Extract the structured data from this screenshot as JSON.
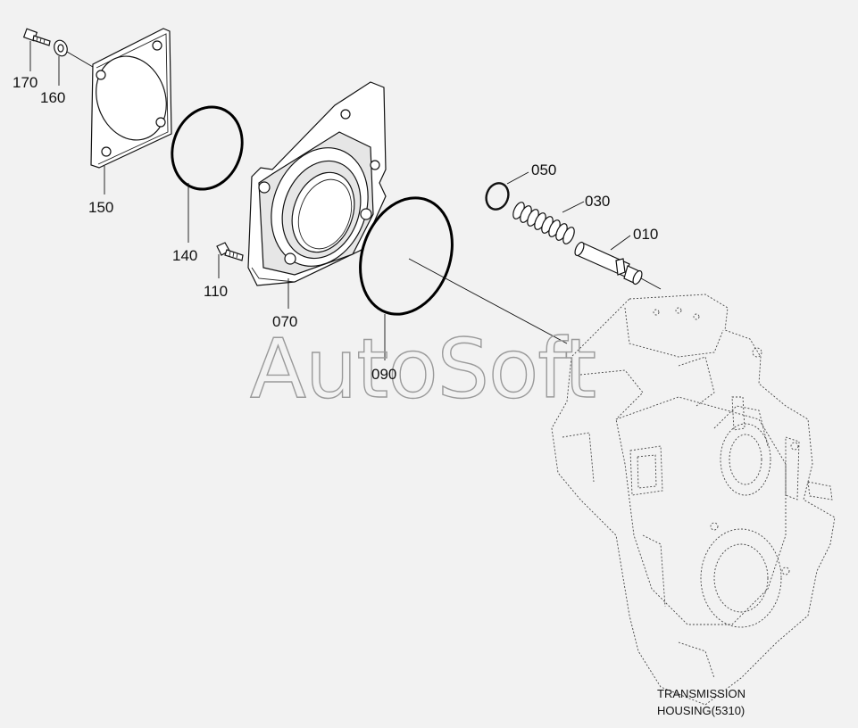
{
  "watermark": "AutoSoft",
  "callouts": {
    "p170": "170",
    "p160": "160",
    "p150": "150",
    "p140": "140",
    "p110": "110",
    "p070": "070",
    "p090": "090",
    "p050": "050",
    "p030": "030",
    "p010": "010"
  },
  "caption": {
    "line1": "TRANSMISSION",
    "line2": "HOUSING(5310)"
  }
}
